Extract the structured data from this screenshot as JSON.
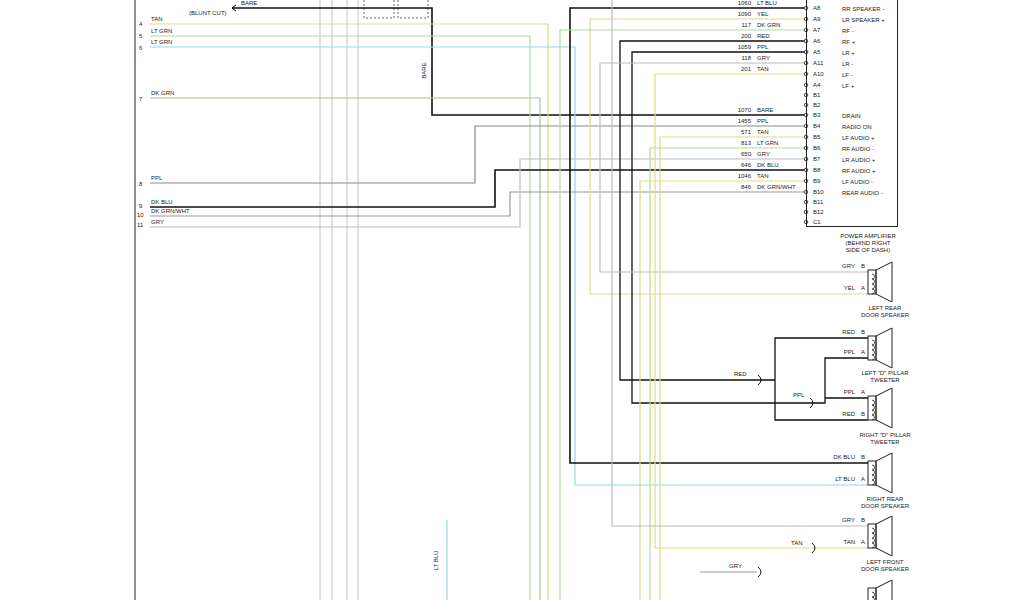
{
  "diagram": {
    "nodes": [
      {
        "text": [
          "POWER AMPLIFIER (BEHIND RIGHT SIDE OF DASH)",
          "RR SPEAKER -",
          "LR SPEAKER +",
          "RF -",
          "RF +",
          "LR +",
          "LR -",
          "LF -",
          "LF +",
          "DRAIN",
          "RADIO ON",
          "LF AUDIO +",
          "RF AUDIO -",
          "LR AUDIO +",
          "RF AUDIO +",
          "LF AUDIO -",
          "REAR AUDIO -"
        ]
      }
    ],
    "labels": [
      "BARE",
      "(BLUNT CUT)",
      "TAN",
      "4",
      "LT GRN",
      "5",
      "LT GRN",
      "6",
      "DK GRN",
      "7",
      "PPL",
      "8",
      "DK BLU",
      "9",
      "DK GRN/WHT",
      "10",
      "GRY",
      "11",
      "BARE",
      "1060",
      "LT BLU",
      "A8",
      "1090",
      "YEL",
      "A9",
      "117",
      "DK GRN",
      "A7",
      "200",
      "RED",
      "A6",
      "1059",
      "PPL",
      "A5",
      "118",
      "GRY",
      "A11",
      "201",
      "TAN",
      "A10",
      "A4",
      "B1",
      "B2",
      "1070",
      "BARE",
      "B3",
      "1455",
      "PPL",
      "B4",
      "571",
      "TAN",
      "B5",
      "813",
      "LT GRN",
      "B6",
      "650",
      "GRY",
      "B7",
      "646",
      "DK BLU",
      "B8",
      "1046",
      "TAN",
      "B9",
      "846",
      "DK GRN/WHT",
      "B10",
      "B11",
      "B12",
      "C1",
      "GRY",
      "B",
      "YEL",
      "A",
      "LEFT REAR DOOR SPEAKER",
      "RED",
      "B",
      "PPL",
      "A",
      "LEFT \"D\" PILLAR TWEETER",
      "PPL",
      "A",
      "RED",
      "B",
      "RIGHT \"D\" PILLAR TWEETER",
      "DK BLU",
      "B",
      "LT BLU",
      "A",
      "RIGHT REAR DOOR SPEAKER",
      "GRY",
      "B",
      "TAN",
      "A",
      "LEFT FRONT DOOR SPEAKER",
      "RED",
      "PPL",
      "TAN",
      "GRY",
      "LT BLU"
    ]
  }
}
